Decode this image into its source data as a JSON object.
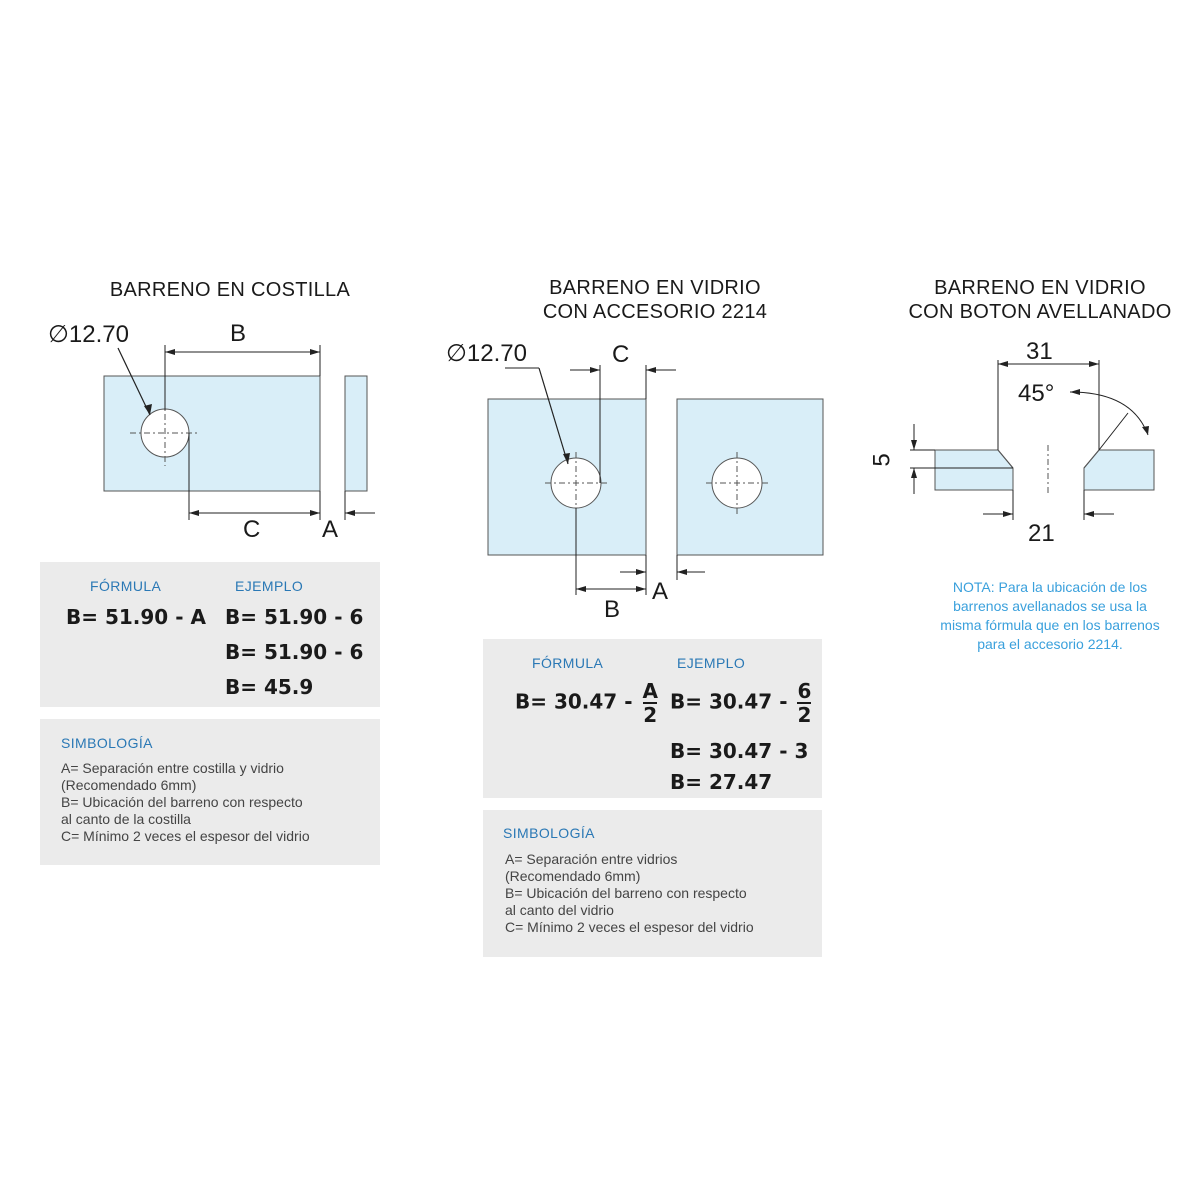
{
  "panels": {
    "costilla": {
      "title": "BARRENO EN COSTILLA",
      "diameter": "∅12.70",
      "dim_b": "B",
      "dim_c": "C",
      "dim_a": "A",
      "formula_label": "FÓRMULA",
      "example_label": "EJEMPLO",
      "formula": "B= 51.90 - A",
      "examples": [
        "B= 51.90 - 6",
        "B= 51.90 - 6",
        "B= 45.9"
      ],
      "symbology_label": "SIMBOLOGÍA",
      "symbology_text": "A= Separación entre costilla y vidrio\n(Recomendado 6mm)\nB= Ubicación del barreno con respecto\nal canto de la costilla\nC= Mínimo 2 veces el espesor del vidrio"
    },
    "vidrio": {
      "title_line1": "BARRENO EN VIDRIO",
      "title_line2": "CON ACCESORIO 2214",
      "diameter": "∅12.70",
      "dim_c": "C",
      "dim_b": "B",
      "dim_a": "A",
      "formula_label": "FÓRMULA",
      "example_label": "EJEMPLO",
      "formula_prefix": "B= 30.47 -",
      "formula_num": "A",
      "formula_den": "2",
      "example1_prefix": "B= 30.47 -",
      "example1_num": "6",
      "example1_den": "2",
      "example2": "B= 30.47 - 3",
      "example3": "B= 27.47",
      "symbology_label": "SIMBOLOGÍA",
      "symbology_text": "A= Separación entre vidrios\n(Recomendado 6mm)\nB= Ubicación del barreno con respecto\nal canto del vidrio\nC= Mínimo 2 veces el espesor del vidrio"
    },
    "avellanado": {
      "title_line1": "BARRENO EN VIDRIO",
      "title_line2": "CON BOTON AVELLANADO",
      "dim_top": "31",
      "angle": "45°",
      "dim_side": "5",
      "dim_bottom": "21",
      "note": "NOTA: Para la ubicación de los\nbarrenos avellanados se usa la\nmisma fórmula que en los barrenos\npara el accesorio 2214."
    }
  },
  "colors": {
    "glass": "#d9eef8",
    "outline": "#555555",
    "panel_bg": "#ebebeb",
    "label_blue": "#2a78b5",
    "note_blue": "#3aa0dc"
  }
}
